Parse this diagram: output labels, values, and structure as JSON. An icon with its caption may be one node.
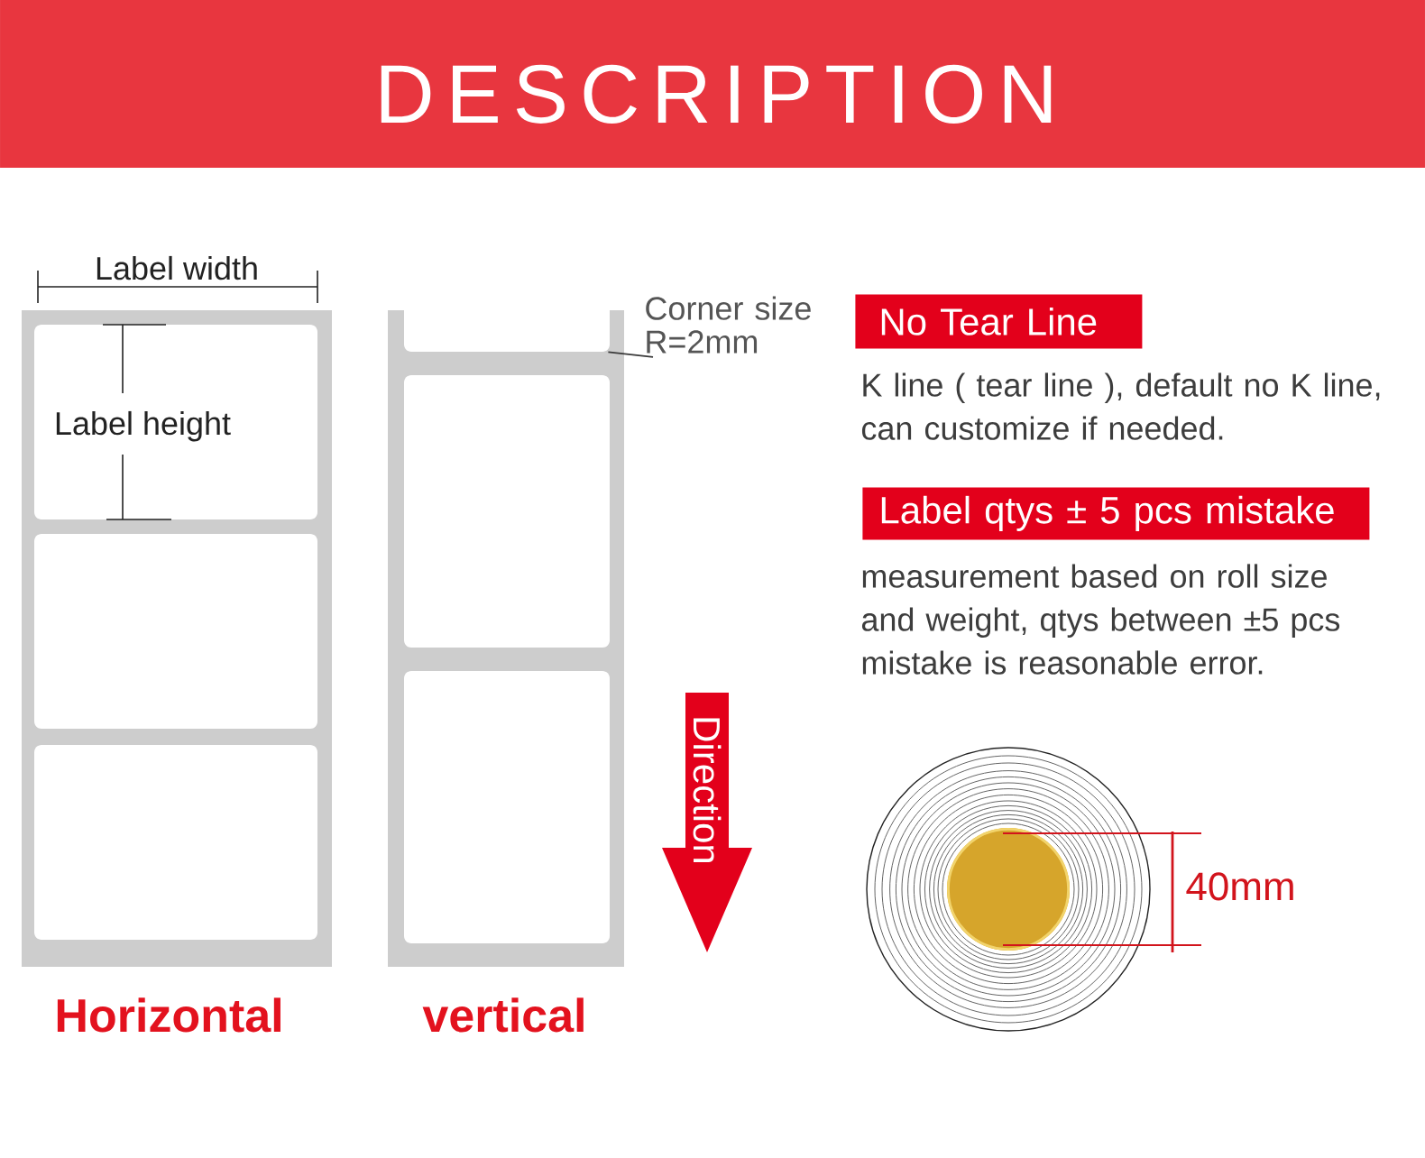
{
  "diagram": {
    "title": "DESCRIPTION",
    "nodes": [
      {
        "text": [],
        "shape": "box"
      },
      {
        "text": [
          "Corner size R=2mm"
        ]
      },
      {
        "text": [
          "No Tear Line"
        ]
      },
      {
        "text": [
          "Label qtys ± 5 pcs mistake"
        ]
      },
      {
        "text": [
          "Direction"
        ]
      }
    ],
    "edges": [
      {
        "from": 1,
        "to": 0,
        "arrow": "none"
      }
    ],
    "labels": [
      "Label width",
      "K line ( tear line ), default no K line, can customize if needed.",
      "Label height",
      "measurement based on roll size and weight, qtys between ±5 pcs mistake is reasonable error.",
      "40mm",
      "Horizontal",
      "vertical"
    ]
  }
}
